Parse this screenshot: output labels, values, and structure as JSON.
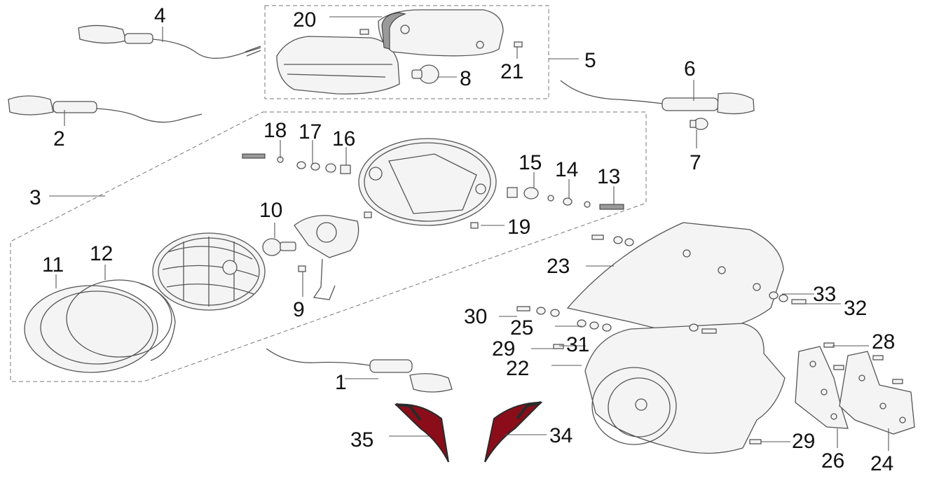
{
  "diagram": {
    "callouts": [
      {
        "id": "c1",
        "label": "1"
      },
      {
        "id": "c2",
        "label": "2"
      },
      {
        "id": "c3",
        "label": "3"
      },
      {
        "id": "c4",
        "label": "4"
      },
      {
        "id": "c5",
        "label": "5"
      },
      {
        "id": "c6",
        "label": "6"
      },
      {
        "id": "c7",
        "label": "7"
      },
      {
        "id": "c8",
        "label": "8"
      },
      {
        "id": "c9",
        "label": "9"
      },
      {
        "id": "c10",
        "label": "10"
      },
      {
        "id": "c11",
        "label": "11"
      },
      {
        "id": "c12",
        "label": "12"
      },
      {
        "id": "c13",
        "label": "13"
      },
      {
        "id": "c14",
        "label": "14"
      },
      {
        "id": "c15",
        "label": "15"
      },
      {
        "id": "c16",
        "label": "16"
      },
      {
        "id": "c17",
        "label": "17"
      },
      {
        "id": "c18",
        "label": "18"
      },
      {
        "id": "c19",
        "label": "19"
      },
      {
        "id": "c20",
        "label": "20"
      },
      {
        "id": "c21",
        "label": "21"
      },
      {
        "id": "c22",
        "label": "22"
      },
      {
        "id": "c23",
        "label": "23"
      },
      {
        "id": "c24",
        "label": "24"
      },
      {
        "id": "c25",
        "label": "25"
      },
      {
        "id": "c26",
        "label": "26"
      },
      {
        "id": "c28",
        "label": "28"
      },
      {
        "id": "c29a",
        "label": "29"
      },
      {
        "id": "c29b",
        "label": "29"
      },
      {
        "id": "c30",
        "label": "30"
      },
      {
        "id": "c31",
        "label": "31"
      },
      {
        "id": "c32",
        "label": "32"
      },
      {
        "id": "c33",
        "label": "33"
      },
      {
        "id": "c34",
        "label": "34"
      },
      {
        "id": "c35",
        "label": "35"
      }
    ],
    "colors": {
      "line": "#555555",
      "text": "#111111",
      "trim_red": "#8b0d1a",
      "trim_dark": "#2a2a2a"
    }
  }
}
